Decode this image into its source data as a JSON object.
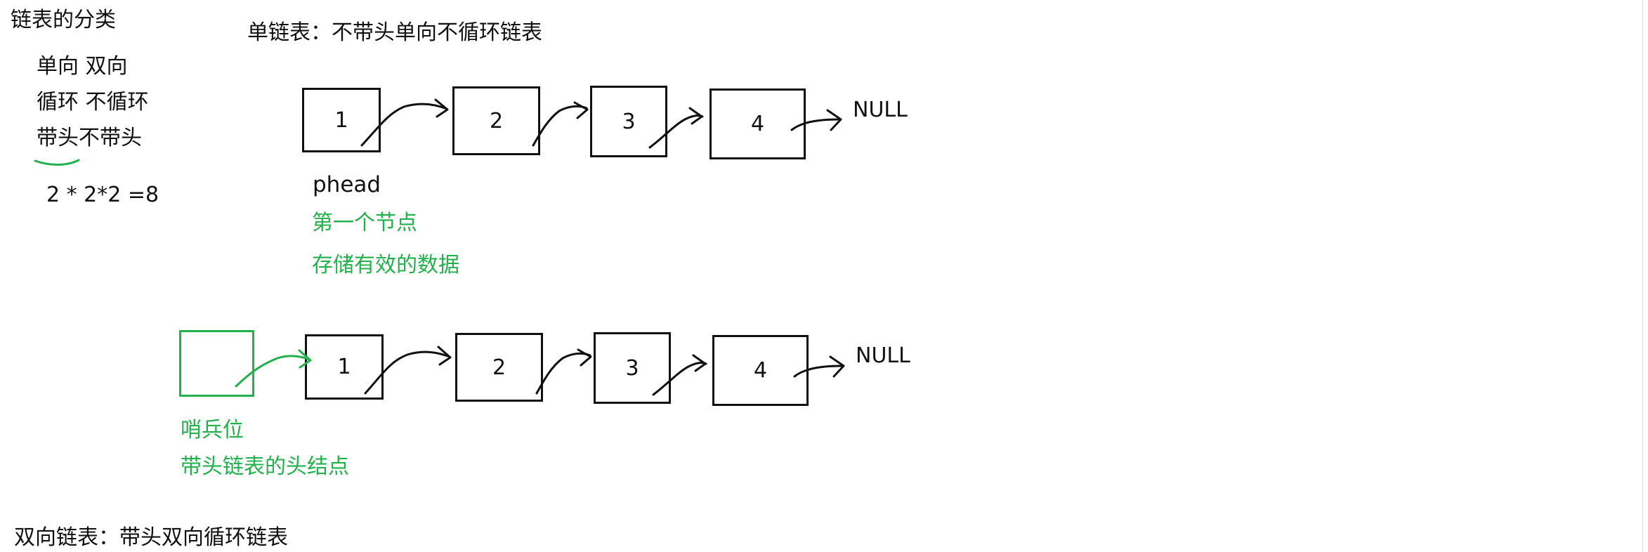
{
  "classification": {
    "title": "链表的分类",
    "row1": "单向 双向",
    "row2": "循环 不循环",
    "row3_marked": "带头",
    "row3_rest": " 不带头",
    "formula": "2 * 2*2 =8"
  },
  "single_list": {
    "title": "单链表：不带头单向不循环链表",
    "nodes": [
      "1",
      "2",
      "3",
      "4"
    ],
    "null_label": "NULL",
    "head_label": "phead",
    "note1": "第一个节点",
    "note2": "存储有效的数据"
  },
  "headed_list": {
    "nodes": [
      "1",
      "2",
      "3",
      "4"
    ],
    "null_label": "NULL",
    "sentinel_label": "哨兵位",
    "sentinel_note": "带头链表的头结点"
  },
  "double_list": {
    "title": "双向链表：带头双向循环链表"
  },
  "colors": {
    "ink": "#111111",
    "annotation": "#22b14c"
  }
}
